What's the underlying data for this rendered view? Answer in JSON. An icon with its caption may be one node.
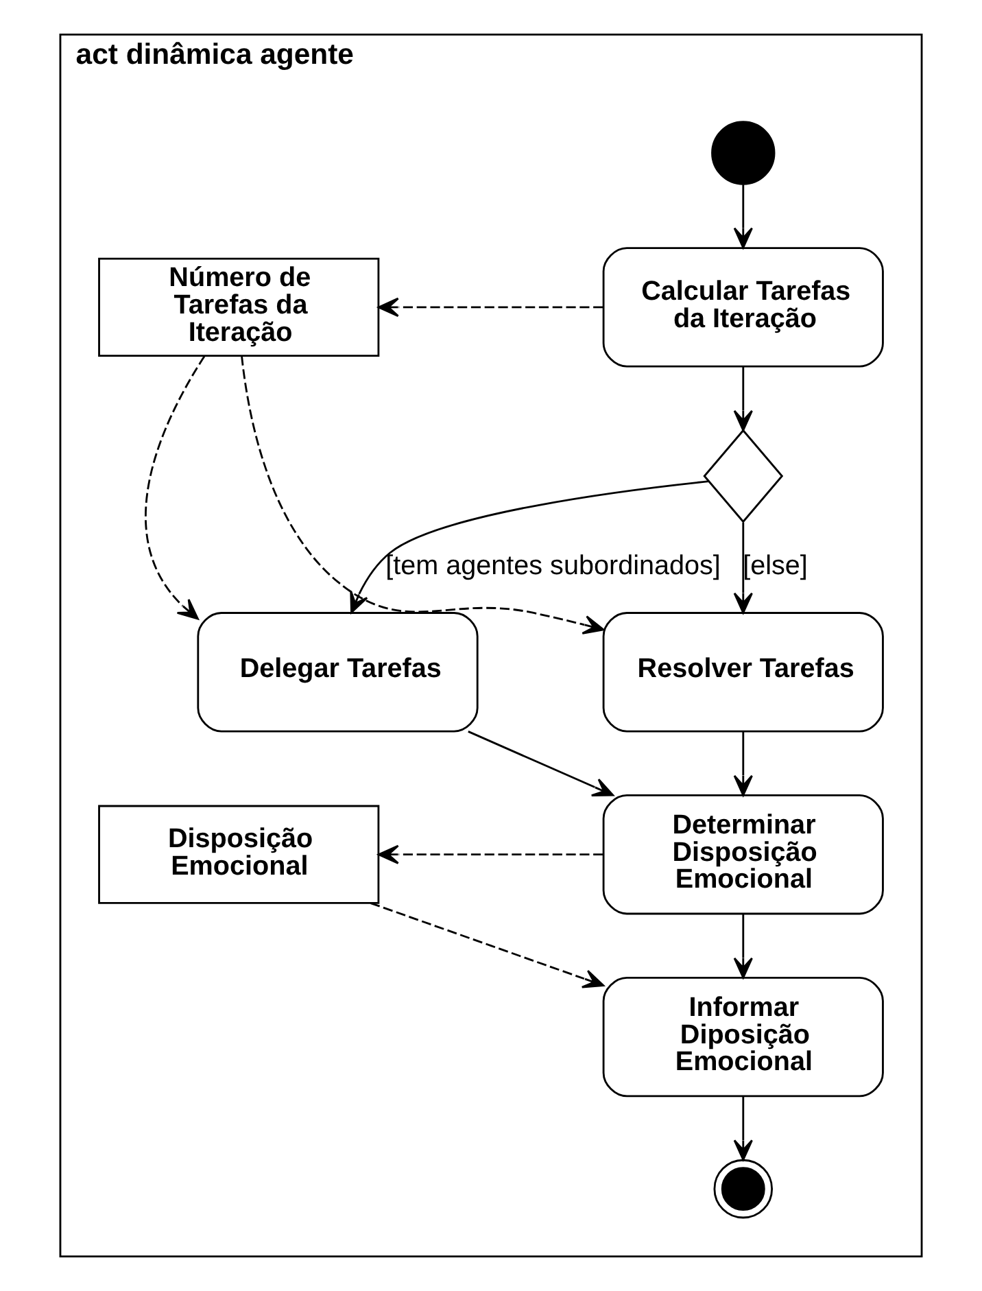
{
  "diagram": {
    "nodes": [
      {
        "text": [
          "act dinâmica agente"
        ]
      },
      {
        "text": [],
        "shape": "circle",
        "in": 0
      },
      {
        "text": [
          "Calcular Tarefas da Iteração"
        ],
        "in": 0
      },
      {
        "text": [
          "Número de Tarefas da Iteração"
        ],
        "in": 0
      },
      {
        "text": [],
        "shape": "diamond",
        "in": 0
      },
      {
        "text": [
          "Delegar Tarefas"
        ],
        "in": 0
      },
      {
        "text": [
          "Resolver Tarefas"
        ],
        "in": 0
      },
      {
        "text": [
          "Determinar Disposição Emocional"
        ],
        "in": 0
      },
      {
        "text": [
          "Disposição Emocional"
        ],
        "in": 0
      },
      {
        "text": [
          "Informar Diposição Emocional"
        ],
        "in": 0
      },
      {
        "text": [],
        "shape": "circle",
        "in": 0
      }
    ],
    "edges": [
      {
        "from": 1,
        "to": 2,
        "arrow": "to"
      },
      {
        "from": 2,
        "to": 3,
        "arrow": "to",
        "style": "dashed"
      },
      {
        "from": 2,
        "to": 4,
        "arrow": "to"
      },
      {
        "from": 4,
        "to": 5,
        "arrow": "to",
        "label": "[tem agentes subordinados]"
      },
      {
        "from": 4,
        "to": 6,
        "arrow": "to",
        "label": "[else]"
      },
      {
        "from": 3,
        "to": 5,
        "arrow": "to",
        "style": "dashed"
      },
      {
        "from": 3,
        "to": 6,
        "arrow": "to",
        "style": "dashed"
      },
      {
        "from": 5,
        "to": 7,
        "arrow": "to"
      },
      {
        "from": 6,
        "to": 7,
        "arrow": "to"
      },
      {
        "from": 7,
        "to": 8,
        "arrow": "to",
        "style": "dashed"
      },
      {
        "from": 8,
        "to": 9,
        "arrow": "to",
        "style": "dashed"
      },
      {
        "from": 7,
        "to": 9,
        "arrow": "to"
      },
      {
        "from": 9,
        "to": 10,
        "arrow": "to"
      }
    ]
  }
}
